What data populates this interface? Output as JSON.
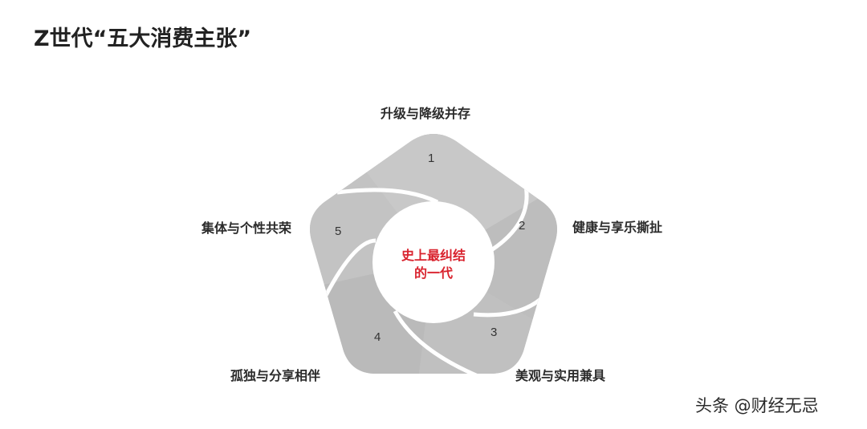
{
  "title": "Z世代“五大消费主张”",
  "diagram": {
    "type": "swirl-pentagon",
    "center_label": {
      "line1": "史上最纠结",
      "line2": "的一代",
      "color": "#d9232e"
    },
    "segments": [
      {
        "number": "1",
        "label": "升级与降级并存",
        "color": "#c6c6c6"
      },
      {
        "number": "2",
        "label": "健康与享乐撕扯",
        "color": "#bdbdbd"
      },
      {
        "number": "3",
        "label": "美观与实用兼具",
        "color": "#bfbfbf"
      },
      {
        "number": "4",
        "label": "孤独与分享相伴",
        "color": "#bababa"
      },
      {
        "number": "5",
        "label": "集体与个性共荣",
        "color": "#c2c2c2"
      }
    ]
  },
  "watermark": "头条 @财经无忌"
}
